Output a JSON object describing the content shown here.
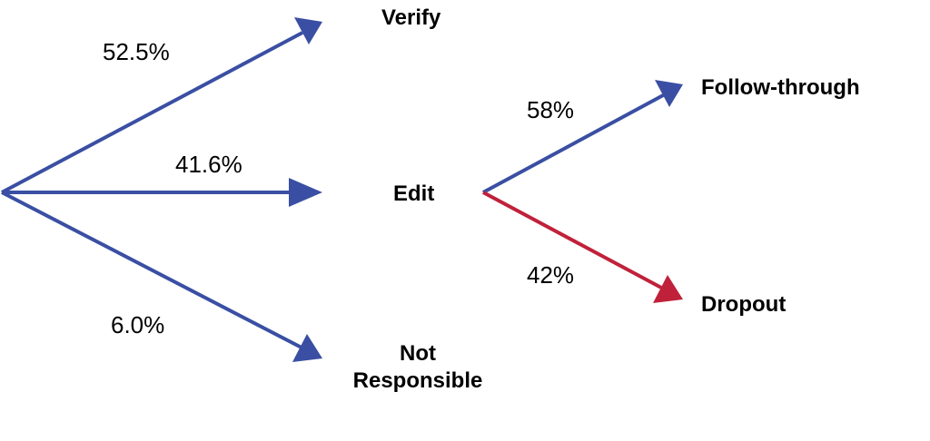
{
  "colors": {
    "primary_arrow": "#3a4fa3",
    "dropout_arrow": "#c0213a",
    "text": "#000000",
    "background": "#ffffff"
  },
  "nodes": {
    "verify": "Verify",
    "edit": "Edit",
    "not_responsible_line1": "Not",
    "not_responsible_line2": "Responsible",
    "follow_through": "Follow-through",
    "dropout": "Dropout"
  },
  "edges": {
    "verify_pct": "52.5%",
    "edit_pct": "41.6%",
    "not_responsible_pct": "6.0%",
    "follow_through_pct": "58%",
    "dropout_pct": "42%"
  }
}
